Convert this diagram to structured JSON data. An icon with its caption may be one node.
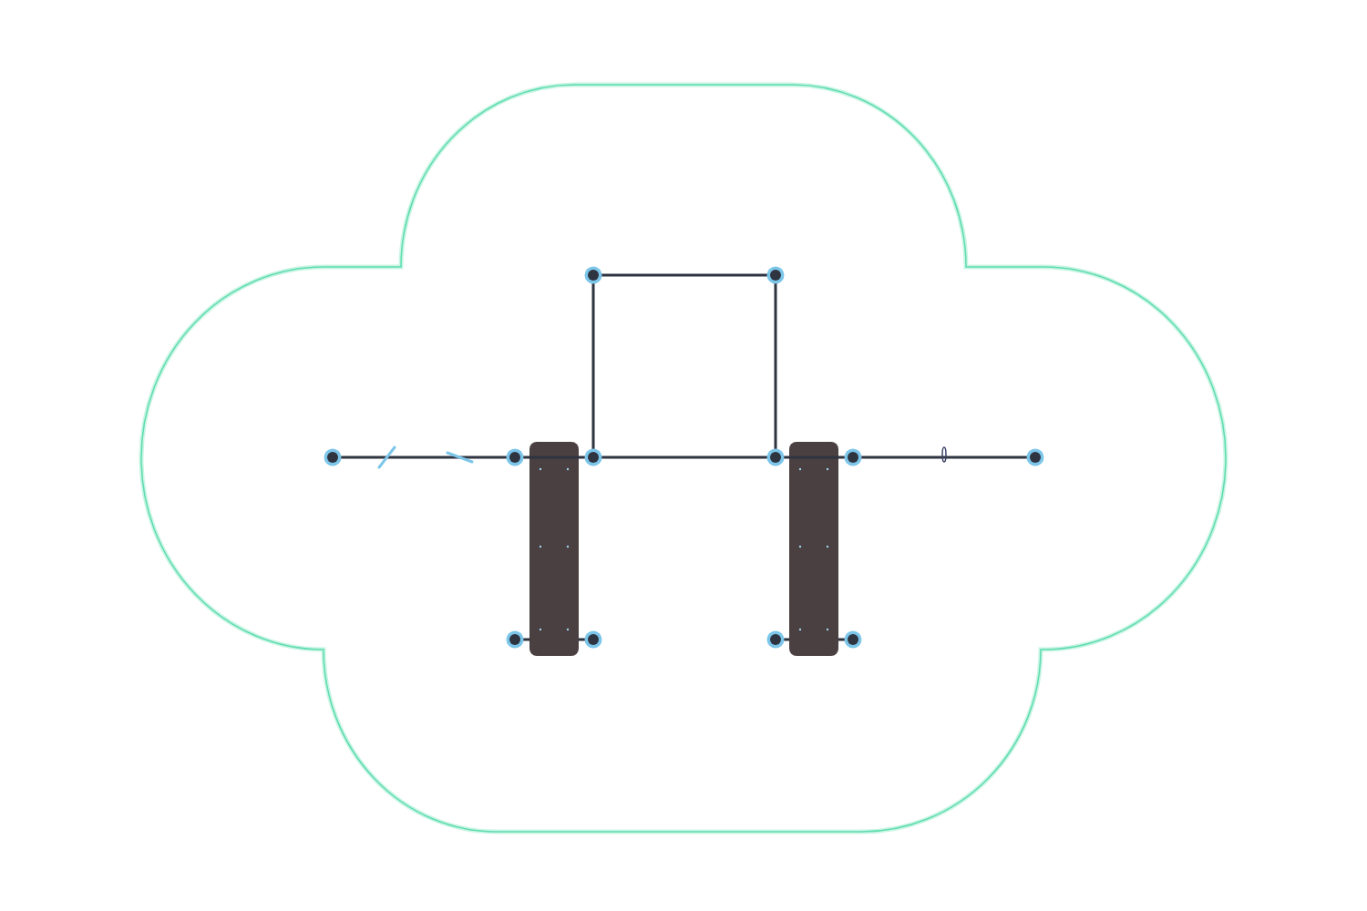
{
  "diagram": {
    "nodes": [
      {
        "text": [],
        "shape": "cloud"
      },
      {
        "text": [],
        "shape": "picture",
        "in": 0
      }
    ]
  }
}
